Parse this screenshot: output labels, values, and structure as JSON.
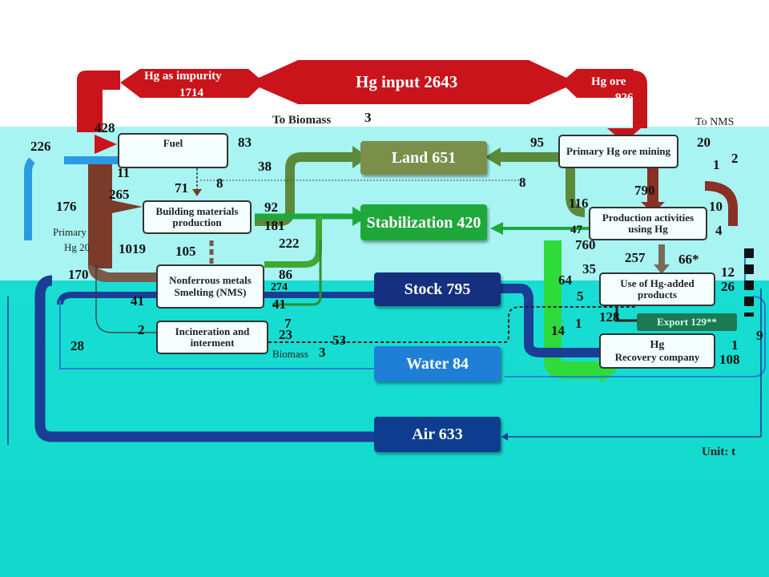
{
  "input": {
    "title": "Hg input 2643",
    "impurity": "Hg as  impurity",
    "impurity_value": "1714",
    "ore": "Hg ore",
    "ore_value": "926"
  },
  "processes": {
    "fuel": "Fuel",
    "building": "Building  materials production",
    "nms": "Nonferrous metals Smelting (NMS)",
    "incineration": "Incineration  and interment",
    "primary_mining": "Primary  Hg ore mining",
    "production": "Production  activities using Hg",
    "use": "Use of Hg-added products",
    "recovery_title": "Hg",
    "recovery_sub": "Recovery company",
    "export": "Export  129**"
  },
  "sinks": {
    "land": "Land  651",
    "stabilization": "Stabilization 420",
    "stock": "Stock  795",
    "water": "Water  84",
    "air": "Air 633"
  },
  "side_labels": {
    "to_biomass": "To Biomass",
    "to_nms": "To NMS",
    "primary": "Primary",
    "hg20": "Hg 20",
    "biomass": "Biomass",
    "unit": "Unit:  t"
  },
  "flows": {
    "f3": "3",
    "f428": "428",
    "f226": "226",
    "f83": "83",
    "f38": "38",
    "f11": "11",
    "f8a": "8",
    "f71": "71",
    "f265": "265",
    "f176": "176",
    "f92": "92",
    "f181": "181",
    "f222": "222",
    "f1019": "1019",
    "f105": "105",
    "f170": "170",
    "f86": "86",
    "f274": "274",
    "f41a": "41",
    "f41b": "41",
    "f2": "2",
    "f7": "7",
    "f23": "23",
    "f53": "53",
    "f28": "28",
    "f3b": "3",
    "f95": "95",
    "f20": "20",
    "f2b": "2",
    "f1a": "1",
    "f8b": "8",
    "f790": "790",
    "f116": "116",
    "f10": "10",
    "f4": "4",
    "f760": "760",
    "f47": "47",
    "f257": "257",
    "f66": "66*",
    "f35": "35",
    "f64": "64",
    "f12": "12",
    "f26": "26",
    "f5": "5",
    "f128": "128",
    "f1b": "1",
    "f14": "14",
    "f9": "9",
    "f1c": "1",
    "f108": "108"
  },
  "colors": {
    "red": "#c8141a",
    "land": "#7a8f4a",
    "stabilization": "#1fa83a",
    "stock": "#14307e",
    "water": "#1f7fd6",
    "air": "#0e3d8f"
  }
}
